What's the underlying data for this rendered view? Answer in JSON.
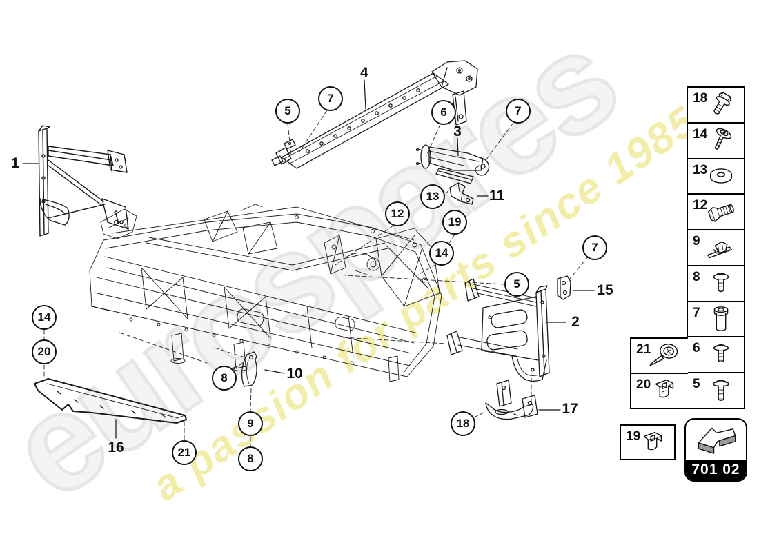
{
  "watermark": {
    "brand": "eurospares",
    "tagline": "a passion for parts since 1985",
    "brand_color": "#f3f3f3",
    "brand_outline_color": "#e4e4e4",
    "tagline_color": "#f3eda6"
  },
  "callouts": [
    {
      "n": "5"
    },
    {
      "n": "7"
    },
    {
      "n": "6"
    },
    {
      "n": "7"
    },
    {
      "n": "13"
    },
    {
      "n": "12"
    },
    {
      "n": "19"
    },
    {
      "n": "14"
    },
    {
      "n": "5"
    },
    {
      "n": "7"
    },
    {
      "n": "14"
    },
    {
      "n": "20"
    },
    {
      "n": "8"
    },
    {
      "n": "9"
    },
    {
      "n": "8"
    },
    {
      "n": "21"
    },
    {
      "n": "18"
    }
  ],
  "plain_labels": [
    {
      "n": "1"
    },
    {
      "n": "4"
    },
    {
      "n": "3"
    },
    {
      "n": "11"
    },
    {
      "n": "15"
    },
    {
      "n": "2"
    },
    {
      "n": "10"
    },
    {
      "n": "16"
    },
    {
      "n": "17"
    }
  ],
  "legend": {
    "main_column": [
      {
        "n": "18",
        "icon": "hex-flange-bolt"
      },
      {
        "n": "14",
        "icon": "washer-head-screw"
      },
      {
        "n": "13",
        "icon": "flat-washer"
      },
      {
        "n": "12",
        "icon": "hex-bolt"
      },
      {
        "n": "9",
        "icon": "clamp-clip"
      },
      {
        "n": "8",
        "icon": "dome-head-rivet"
      },
      {
        "n": "7",
        "icon": "spacer-sleeve"
      },
      {
        "n": "6",
        "icon": "button-head-screw"
      },
      {
        "n": "5",
        "icon": "button-head-screw"
      }
    ],
    "side_column": [
      {
        "n": "21",
        "icon": "torx-rivet"
      },
      {
        "n": "20",
        "icon": "spring-clip"
      }
    ],
    "floating_box": {
      "n": "19",
      "icon": "spring-clip"
    },
    "part_code": "701 02"
  },
  "drawing": {
    "line_color": "#1a1a1a"
  }
}
